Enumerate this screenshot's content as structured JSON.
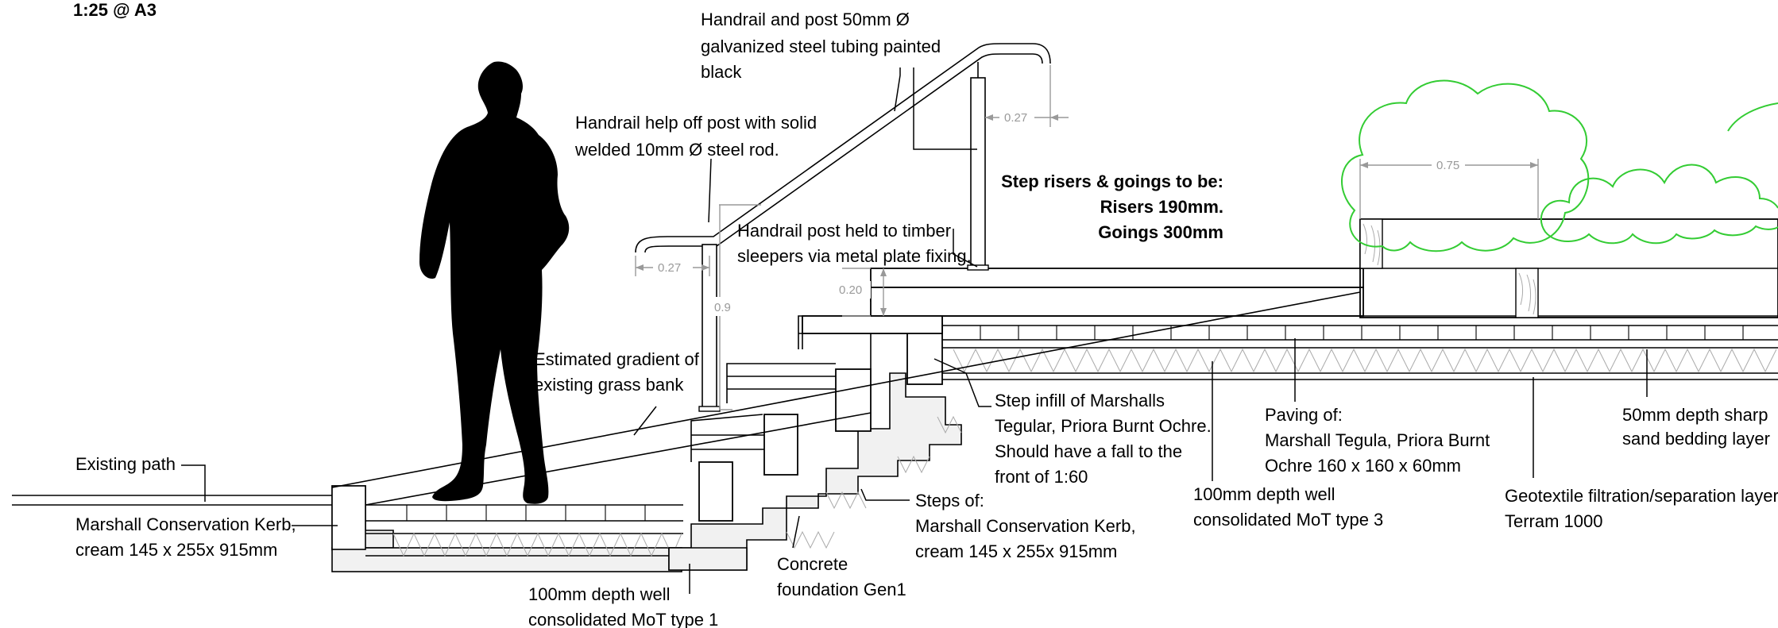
{
  "scale": "1:25 @ A3",
  "notes": {
    "step_spec_title": "Step risers & goings to be:",
    "risers": "Risers 190mm.",
    "goings": "Goings 300mm"
  },
  "labels": {
    "handrail_post": [
      "Handrail and post 50mm Ø",
      "galvanized steel tubing painted",
      "black"
    ],
    "handrail_help": [
      "Handrail help off post with solid",
      "welded 10mm Ø steel rod."
    ],
    "post_fixing": [
      "Handrail post held to timber",
      "sleepers via metal plate fixing."
    ],
    "gradient": [
      "Estimated gradient of",
      "existing grass bank"
    ],
    "existing_path": [
      "Existing path"
    ],
    "kerb_left": [
      "Marshall Conservation Kerb,",
      "cream 145 x 255x 915mm"
    ],
    "mot1": [
      "100mm depth well",
      "consolidated MoT type 1"
    ],
    "concrete": [
      "Concrete",
      "foundation Gen1"
    ],
    "steps": [
      "Steps of:",
      "Marshall Conservation Kerb,",
      "cream 145 x 255x 915mm"
    ],
    "infill": [
      "Step infill of Marshalls",
      "Tegular, Priora Burnt Ochre.",
      "Should have a fall to the",
      "front of 1:60"
    ],
    "mot3": [
      "100mm depth well",
      "consolidated MoT type 3"
    ],
    "paving": [
      "Paving of:",
      "Marshall Tegula, Priora Burnt",
      "Ochre 160 x 160 x 60mm"
    ],
    "geotextile": [
      "Geotextile filtration/separation layer",
      "Terram 1000"
    ],
    "sand": [
      "50mm depth sharp",
      "sand bedding layer"
    ]
  },
  "dimensions": {
    "handrail_left_overhang": "0.27",
    "handrail_right_overhang": "0.27",
    "post_height": "0.9",
    "step_rise": "0.20",
    "planter_width": "0.75"
  },
  "colors": {
    "line": "#000000",
    "dimension": "#9a9a9a",
    "foliage": "#33cc33",
    "concrete_fill": "#f1f1f1"
  },
  "icons": {
    "figure": "walking-person-silhouette",
    "shrub": "shrub-outline"
  }
}
